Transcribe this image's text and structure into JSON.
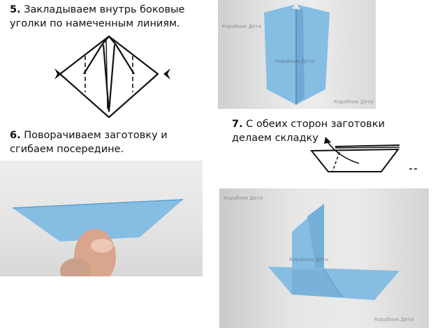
{
  "steps": {
    "s5": {
      "number": "5.",
      "text": " Закладываем внутрь боковые уголки по намеченным линиям."
    },
    "s6": {
      "number": "6.",
      "text": " Поворачиваем заготовку и сгибаем посередине."
    },
    "s7": {
      "number": "7.",
      "text": " С обеих сторон заготовки делаем складку"
    }
  },
  "watermark": "Кораблик Дети",
  "colors": {
    "paper_blue": "#86bde3",
    "paper_blue_dark": "#5e9fcb",
    "line": "#111111"
  }
}
